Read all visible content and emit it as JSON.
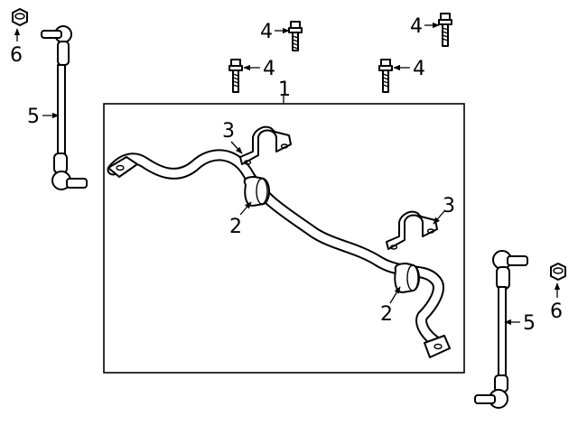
{
  "callouts": [
    {
      "id": "c1",
      "label": "1"
    },
    {
      "id": "c2a",
      "label": "2"
    },
    {
      "id": "c2b",
      "label": "2"
    },
    {
      "id": "c3a",
      "label": "3"
    },
    {
      "id": "c3b",
      "label": "3"
    },
    {
      "id": "c4a",
      "label": "4"
    },
    {
      "id": "c4b",
      "label": "4"
    },
    {
      "id": "c4c",
      "label": "4"
    },
    {
      "id": "c4d",
      "label": "4"
    },
    {
      "id": "c5a",
      "label": "5"
    },
    {
      "id": "c5b",
      "label": "5"
    },
    {
      "id": "c6a",
      "label": "6"
    },
    {
      "id": "c6b",
      "label": "6"
    }
  ],
  "parts": [
    {
      "number": "1",
      "icon": "stabilizer-bar-icon"
    },
    {
      "number": "2",
      "icon": "bushing-icon"
    },
    {
      "number": "3",
      "icon": "bracket-icon"
    },
    {
      "number": "4",
      "icon": "bolt-icon"
    },
    {
      "number": "5",
      "icon": "stabilizer-link-icon"
    },
    {
      "number": "6",
      "icon": "nut-icon"
    }
  ]
}
